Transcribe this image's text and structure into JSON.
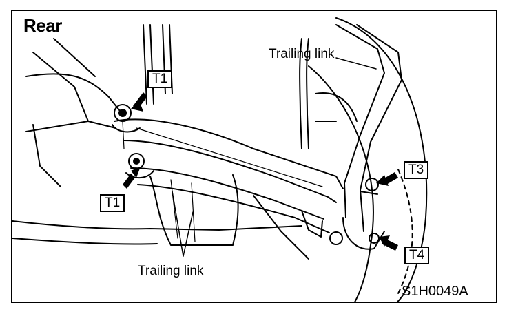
{
  "title": "Rear",
  "labels": {
    "trailing_link_upper": "Trailing link",
    "trailing_link_lower": "Trailing link"
  },
  "callouts": {
    "t1_upper": "T1",
    "t1_lower": "T1",
    "t3": "T3",
    "t4": "T4"
  },
  "figure_code": "S1H0049A"
}
